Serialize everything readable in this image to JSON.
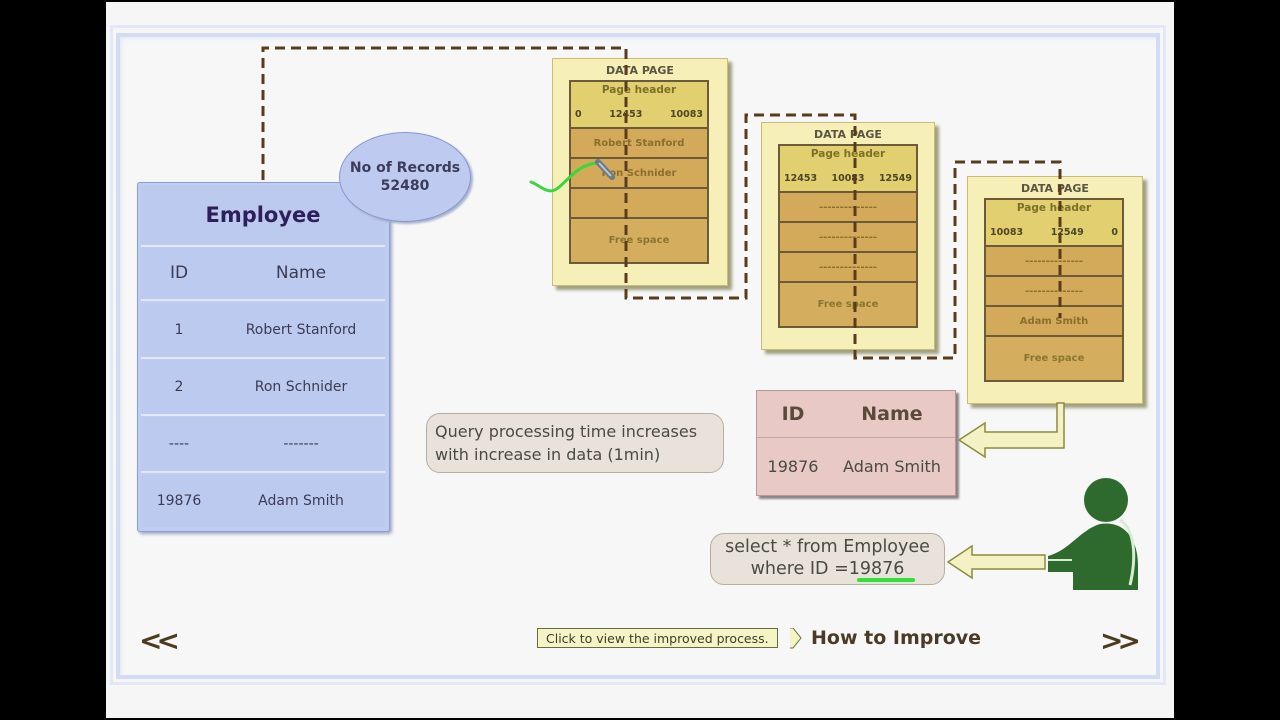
{
  "employee_table": {
    "title": "Employee",
    "columns": [
      "ID",
      "Name"
    ],
    "rows": [
      {
        "id": "1",
        "name": "Robert Stanford"
      },
      {
        "id": "2",
        "name": "Ron Schnider"
      },
      {
        "id": "----",
        "name": "-------"
      },
      {
        "id": "19876",
        "name": "Adam Smith"
      }
    ]
  },
  "records_bubble": {
    "label": "No of Records",
    "value": "52480"
  },
  "data_pages": [
    {
      "title": "DATA PAGE",
      "header_label": "Page header",
      "header_values": [
        "0",
        "12453",
        "10083"
      ],
      "rows": [
        "Robert Stanford",
        "Ron Schnider",
        ""
      ],
      "free_label": "Free space"
    },
    {
      "title": "DATA PAGE",
      "header_label": "Page header",
      "header_values": [
        "12453",
        "10083",
        "12549"
      ],
      "rows": [
        "--------------",
        "--------------",
        "--------------"
      ],
      "free_label": "Free space"
    },
    {
      "title": "DATA PAGE",
      "header_label": "Page header",
      "header_values": [
        "10083",
        "12549",
        "0"
      ],
      "rows": [
        "--------------",
        "--------------",
        "Adam Smith"
      ],
      "free_label": "Free space"
    }
  ],
  "note": {
    "line1": "Query processing time increases",
    "line2": "with increase in data (1min)"
  },
  "result_table": {
    "columns": [
      "ID",
      "Name"
    ],
    "row": {
      "id": "19876",
      "name": "Adam Smith"
    }
  },
  "query": {
    "line1": "select * from Employee",
    "line2_prefix": "where ID =",
    "line2_value": "19876"
  },
  "navigation": {
    "prev_label": "<<",
    "next_label": ">>",
    "tooltip": "Click to view the improved process.",
    "improve_label": "How to Improve"
  },
  "colors": {
    "table_blue": "#c0ccf0",
    "page_yellow": "#f6efb8",
    "page_cell": "#d2aa5a",
    "result_pink": "#e8c9c6",
    "dashed_path": "#5a3c1c",
    "user_green": "#2e6a2e",
    "highlight_green": "#31e03a"
  }
}
